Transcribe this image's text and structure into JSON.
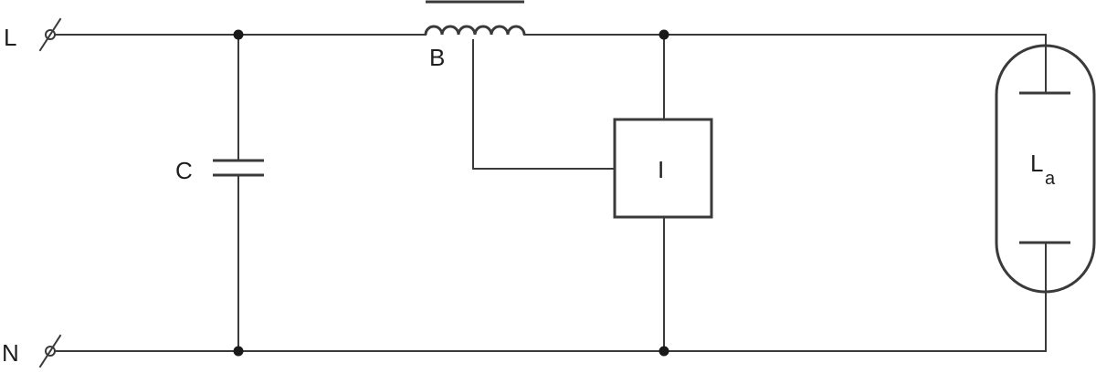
{
  "terminals": {
    "line": "L",
    "neutral": "N"
  },
  "components": {
    "capacitor": "C",
    "ballast": "B",
    "igniter": "I",
    "lamp_main": "L",
    "lamp_sub": "a"
  }
}
